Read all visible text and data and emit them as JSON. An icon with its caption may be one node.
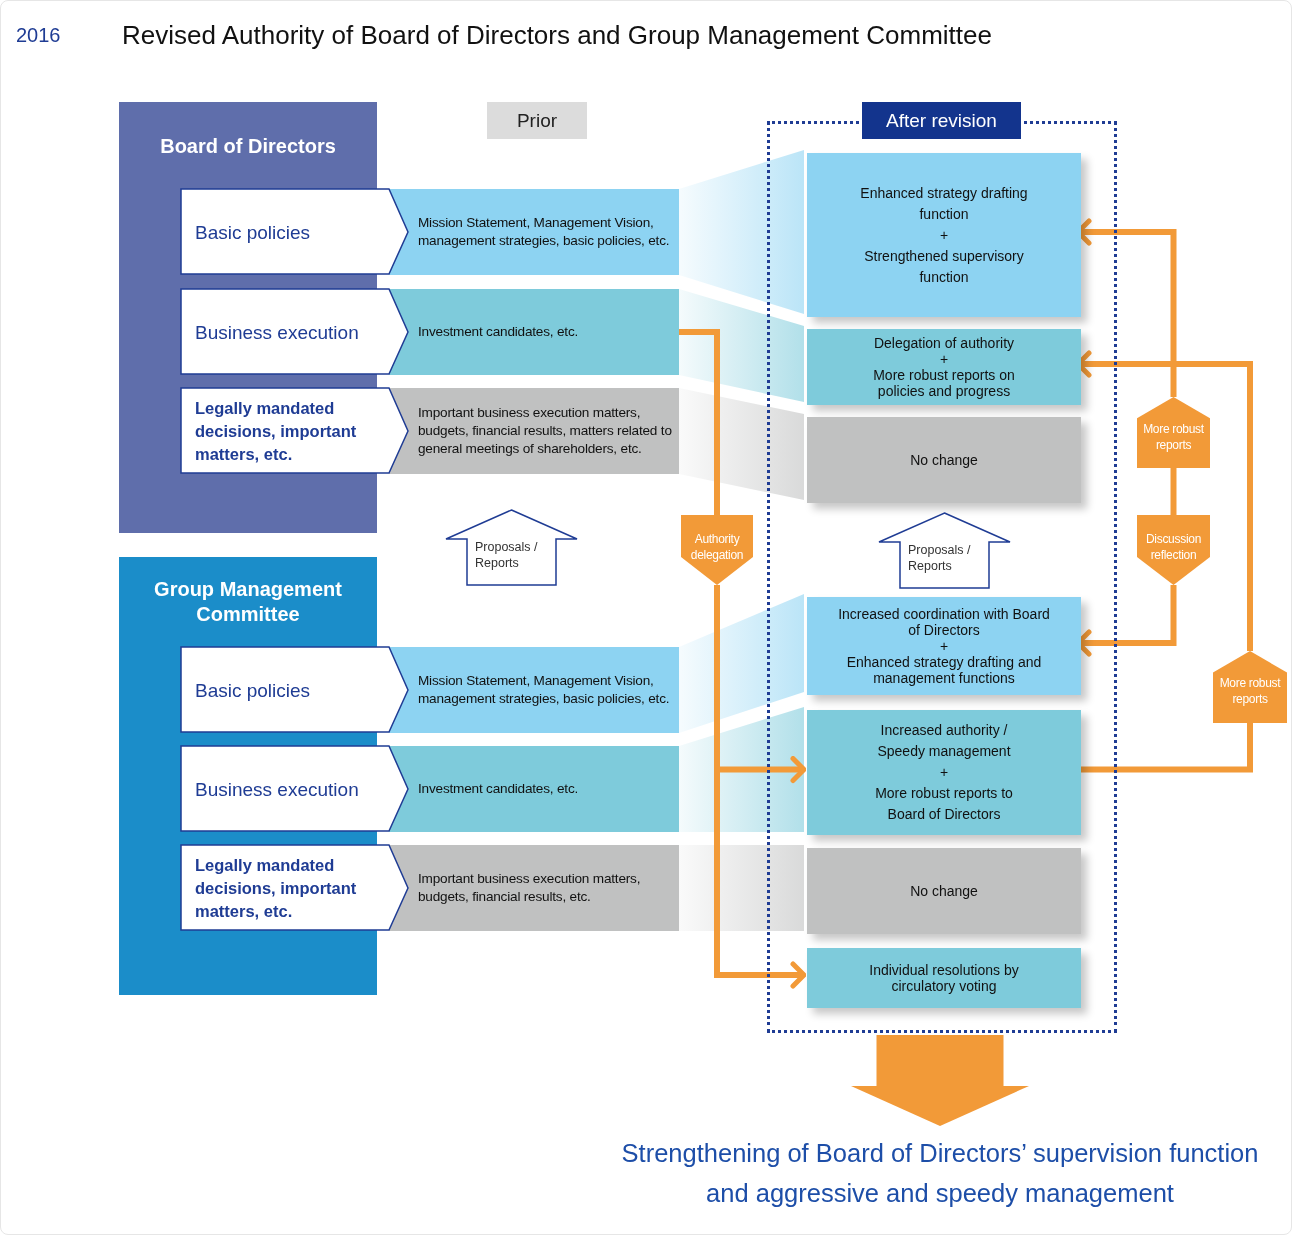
{
  "diagram": {
    "title": "Revised Authority of Board of Directors and Group Management Committee",
    "nodes": [
      {
        "text": [
          "Board of Directors"
        ]
      },
      {
        "text": [
          "Basic policies"
        ]
      },
      {
        "text": [
          "Business execution"
        ]
      },
      {
        "text": [
          "Legally mandated decisions, important matters, etc."
        ]
      },
      {
        "text": [
          "Mission Statement, Management Vision, management strategies, basic policies, etc."
        ]
      },
      {
        "text": [
          "Investment candidates, etc."
        ]
      },
      {
        "text": [
          "Important business execution matters, budgets, financial results, matters related to general meetings of shareholders, etc."
        ]
      },
      {
        "text": [
          "Group Management Committee"
        ]
      },
      {
        "text": [
          "Basic policies"
        ]
      },
      {
        "text": [
          "Business execution"
        ]
      },
      {
        "text": [
          "Legally mandated decisions, important matters, etc."
        ]
      },
      {
        "text": [
          "Mission Statement, Management Vision, management strategies, basic policies, etc."
        ]
      },
      {
        "text": [
          "Investment candidates, etc."
        ]
      },
      {
        "text": [
          "Important business execution matters, budgets, financial results, etc."
        ]
      },
      {
        "text": [
          "Prior"
        ]
      },
      {
        "text": [
          "After revision"
        ]
      },
      {
        "text": [
          "Enhanced strategy drafting function",
          "+",
          "Strengthened supervisory function"
        ],
        "in": 15
      },
      {
        "text": [
          "Delegation of authority",
          "+",
          "More robust reports on policies and progress"
        ],
        "in": 15
      },
      {
        "text": [
          "No change"
        ],
        "in": 15
      },
      {
        "text": [
          "Increased coordination with Board of Directors",
          "+",
          "Enhanced strategy drafting and management functions"
        ],
        "in": 15
      },
      {
        "text": [
          "Increased authority / Speedy management",
          "+",
          "More robust reports to Board of Directors"
        ],
        "in": 15
      },
      {
        "text": [
          "No change"
        ],
        "in": 15
      },
      {
        "text": [
          "Individual resolutions by circulatory voting"
        ],
        "in": 15
      },
      {
        "text": [
          "Proposals / Reports"
        ]
      },
      {
        "text": [
          "Proposals / Reports"
        ],
        "in": 15
      },
      {
        "text": [
          "Authority delegation"
        ]
      },
      {
        "text": [
          "More robust reports"
        ]
      },
      {
        "text": [
          "Discussion reflection"
        ]
      },
      {
        "text": [
          "More robust reports"
        ]
      },
      {
        "text": [
          "Strengthening of Board of Directors’ supervision function and aggressive and speedy management"
        ]
      }
    ],
    "edges": [
      {
        "from": 5,
        "to": 25,
        "arrow": "none"
      },
      {
        "from": 25,
        "to": 20,
        "arrow": "to"
      },
      {
        "from": 25,
        "to": 22,
        "arrow": "to"
      },
      {
        "from": 26,
        "to": 16,
        "arrow": "to"
      },
      {
        "from": 27,
        "to": 26,
        "arrow": "none"
      },
      {
        "from": 27,
        "to": 19,
        "arrow": "to"
      },
      {
        "from": 28,
        "to": 17,
        "arrow": "to"
      },
      {
        "from": 20,
        "to": 28,
        "arrow": "none"
      },
      {
        "from": 15,
        "to": 29,
        "arrow": "to",
        "style": "thick"
      }
    ],
    "labels": [
      "2016"
    ]
  }
}
